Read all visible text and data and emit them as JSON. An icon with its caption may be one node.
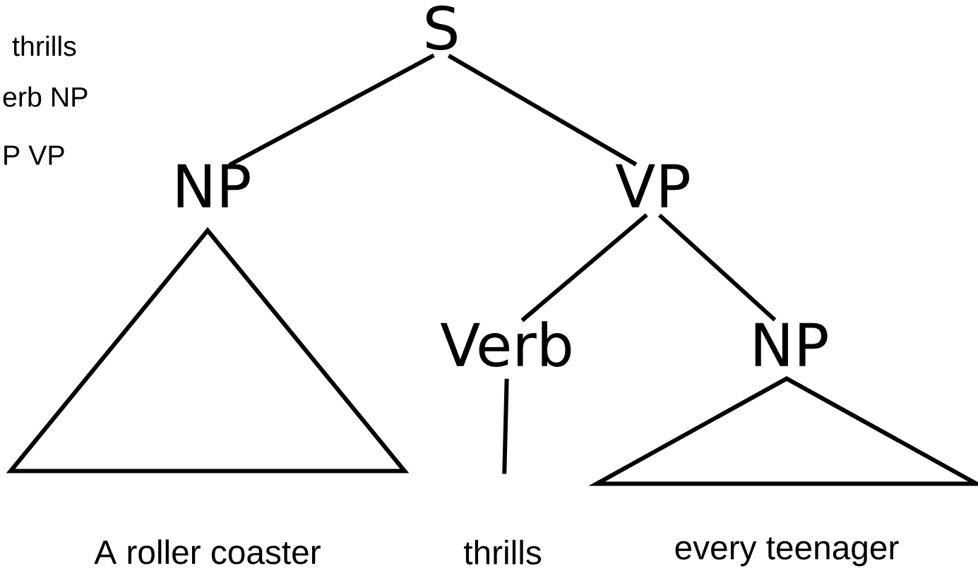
{
  "diagram": {
    "nodes": [
      {
        "text": [
          "S"
        ]
      },
      {
        "text": [
          "NP"
        ]
      },
      {
        "text": [
          "VP"
        ]
      },
      {
        "text": [],
        "shape": "triangle",
        "beside": [
          "A roller coaster"
        ]
      },
      {
        "text": [
          "Verb"
        ]
      },
      {
        "text": [
          "NP"
        ]
      },
      {
        "text": [
          "thrills"
        ]
      },
      {
        "text": [],
        "shape": "triangle",
        "beside": [
          "every teenager"
        ]
      }
    ],
    "edges": [
      {
        "from": 0,
        "to": 1,
        "arrow": "none"
      },
      {
        "from": 0,
        "to": 2,
        "arrow": "none"
      },
      {
        "from": 2,
        "to": 4,
        "arrow": "none"
      },
      {
        "from": 2,
        "to": 5,
        "arrow": "none"
      },
      {
        "from": 4,
        "to": 6,
        "arrow": "none"
      }
    ],
    "labels": [
      "thrills",
      "erb NP",
      "P VP"
    ]
  }
}
